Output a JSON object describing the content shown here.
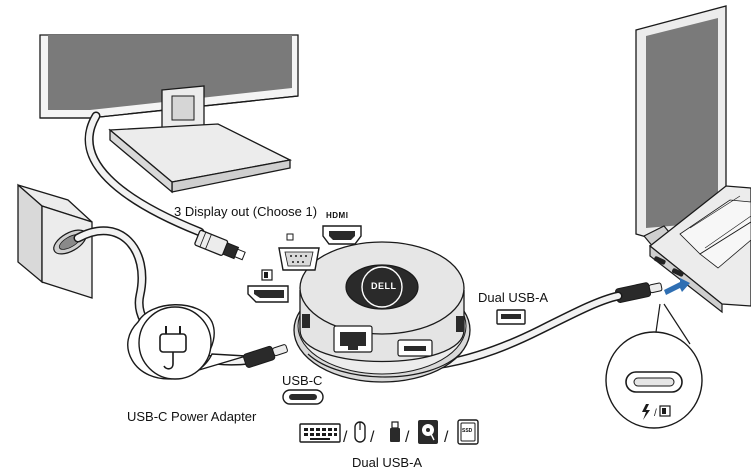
{
  "labels": {
    "display_out": "3 Display out (Choose 1)",
    "hdmi": "HDMI",
    "dual_usb_a_right": "Dual USB-A",
    "usb_c": "USB-C",
    "power_adapter": "USB-C Power Adapter",
    "dual_usb_a_bottom": "Dual USB-A",
    "hub_brand": "DELL",
    "ssd": "SSD"
  },
  "separator": "/",
  "colors": {
    "line": "#1a1a1a",
    "cable": "#f2f2f2",
    "surface_light": "#ececec",
    "surface_mid": "#cfcfcf",
    "screen": "#7a7a7a",
    "dark": "#222222",
    "accent_arrow": "#2f6fb3"
  },
  "icons": [
    "monitor-icon",
    "laptop-icon",
    "power-adapter-icon",
    "power-plug-icon",
    "hdmi-port-icon",
    "vga-port-icon",
    "displayport-icon",
    "usb-a-port-icon",
    "usb-c-port-icon",
    "ethernet-port-icon",
    "keyboard-icon",
    "mouse-icon",
    "usb-drive-icon",
    "hard-drive-icon",
    "ssd-icon",
    "thunderbolt-icon",
    "displayport-alt-mode-icon"
  ]
}
